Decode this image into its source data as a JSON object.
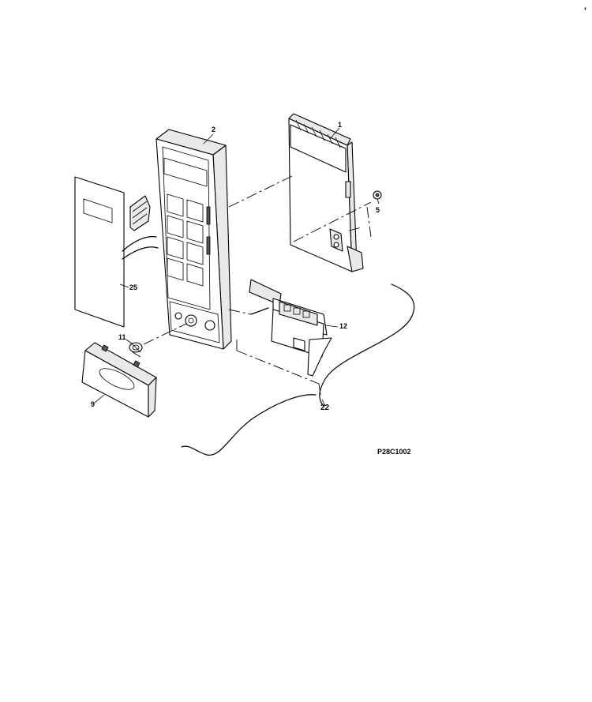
{
  "drawing_code": "P28C1002",
  "callouts": {
    "part_1": "1",
    "part_2": "2",
    "part_5": "5",
    "part_9": "9",
    "part_11": "11",
    "part_12": "12",
    "part_22": "22",
    "part_25": "25"
  },
  "corner_mark": "'"
}
